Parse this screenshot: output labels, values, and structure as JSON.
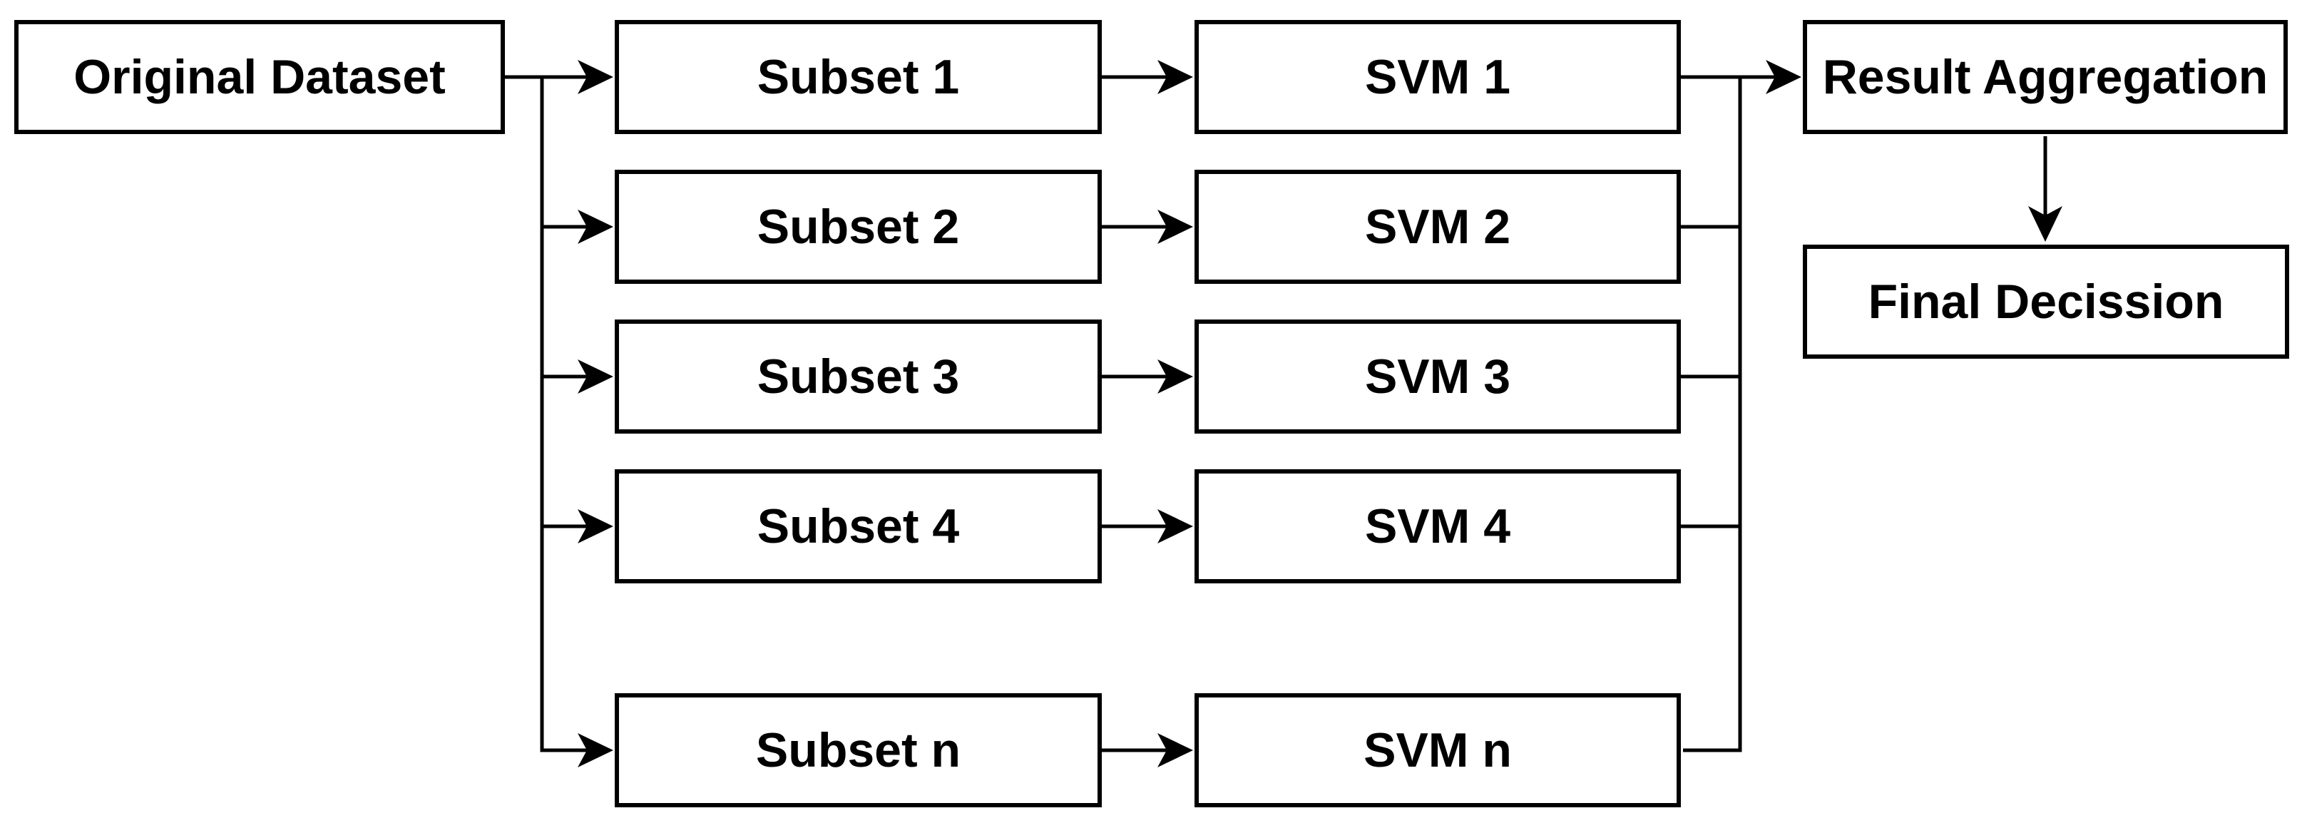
{
  "diagram": {
    "type": "flowchart",
    "description": "Ensemble SVM classification pipeline",
    "colors": {
      "background": "#ffffff",
      "box_fill": "#ffffff",
      "box_border": "#000000",
      "line": "#000000",
      "text": "#000000"
    },
    "nodes": {
      "original_dataset": {
        "label": "Original Dataset"
      },
      "subsets": [
        {
          "label": "Subset 1"
        },
        {
          "label": "Subset 2"
        },
        {
          "label": "Subset 3"
        },
        {
          "label": "Subset 4"
        },
        {
          "label": "Subset n"
        }
      ],
      "svms": [
        {
          "label": "SVM 1"
        },
        {
          "label": "SVM 2"
        },
        {
          "label": "SVM 3"
        },
        {
          "label": "SVM 4"
        },
        {
          "label": "SVM n"
        }
      ],
      "result_aggregation": {
        "label": "Result Aggregation"
      },
      "final_decision": {
        "label": "Final Decission"
      }
    },
    "edges": [
      {
        "from": "Original Dataset",
        "to": "Subset 1"
      },
      {
        "from": "Original Dataset",
        "to": "Subset 2"
      },
      {
        "from": "Original Dataset",
        "to": "Subset 3"
      },
      {
        "from": "Original Dataset",
        "to": "Subset 4"
      },
      {
        "from": "Original Dataset",
        "to": "Subset n"
      },
      {
        "from": "Subset 1",
        "to": "SVM 1"
      },
      {
        "from": "Subset 2",
        "to": "SVM 2"
      },
      {
        "from": "Subset 3",
        "to": "SVM 3"
      },
      {
        "from": "Subset 4",
        "to": "SVM 4"
      },
      {
        "from": "Subset n",
        "to": "SVM n"
      },
      {
        "from": "SVM 1",
        "to": "Result Aggregation"
      },
      {
        "from": "SVM 2",
        "to": "Result Aggregation"
      },
      {
        "from": "SVM 3",
        "to": "Result Aggregation"
      },
      {
        "from": "SVM 4",
        "to": "Result Aggregation"
      },
      {
        "from": "SVM n",
        "to": "Result Aggregation"
      },
      {
        "from": "Result Aggregation",
        "to": "Final Decission"
      }
    ]
  }
}
